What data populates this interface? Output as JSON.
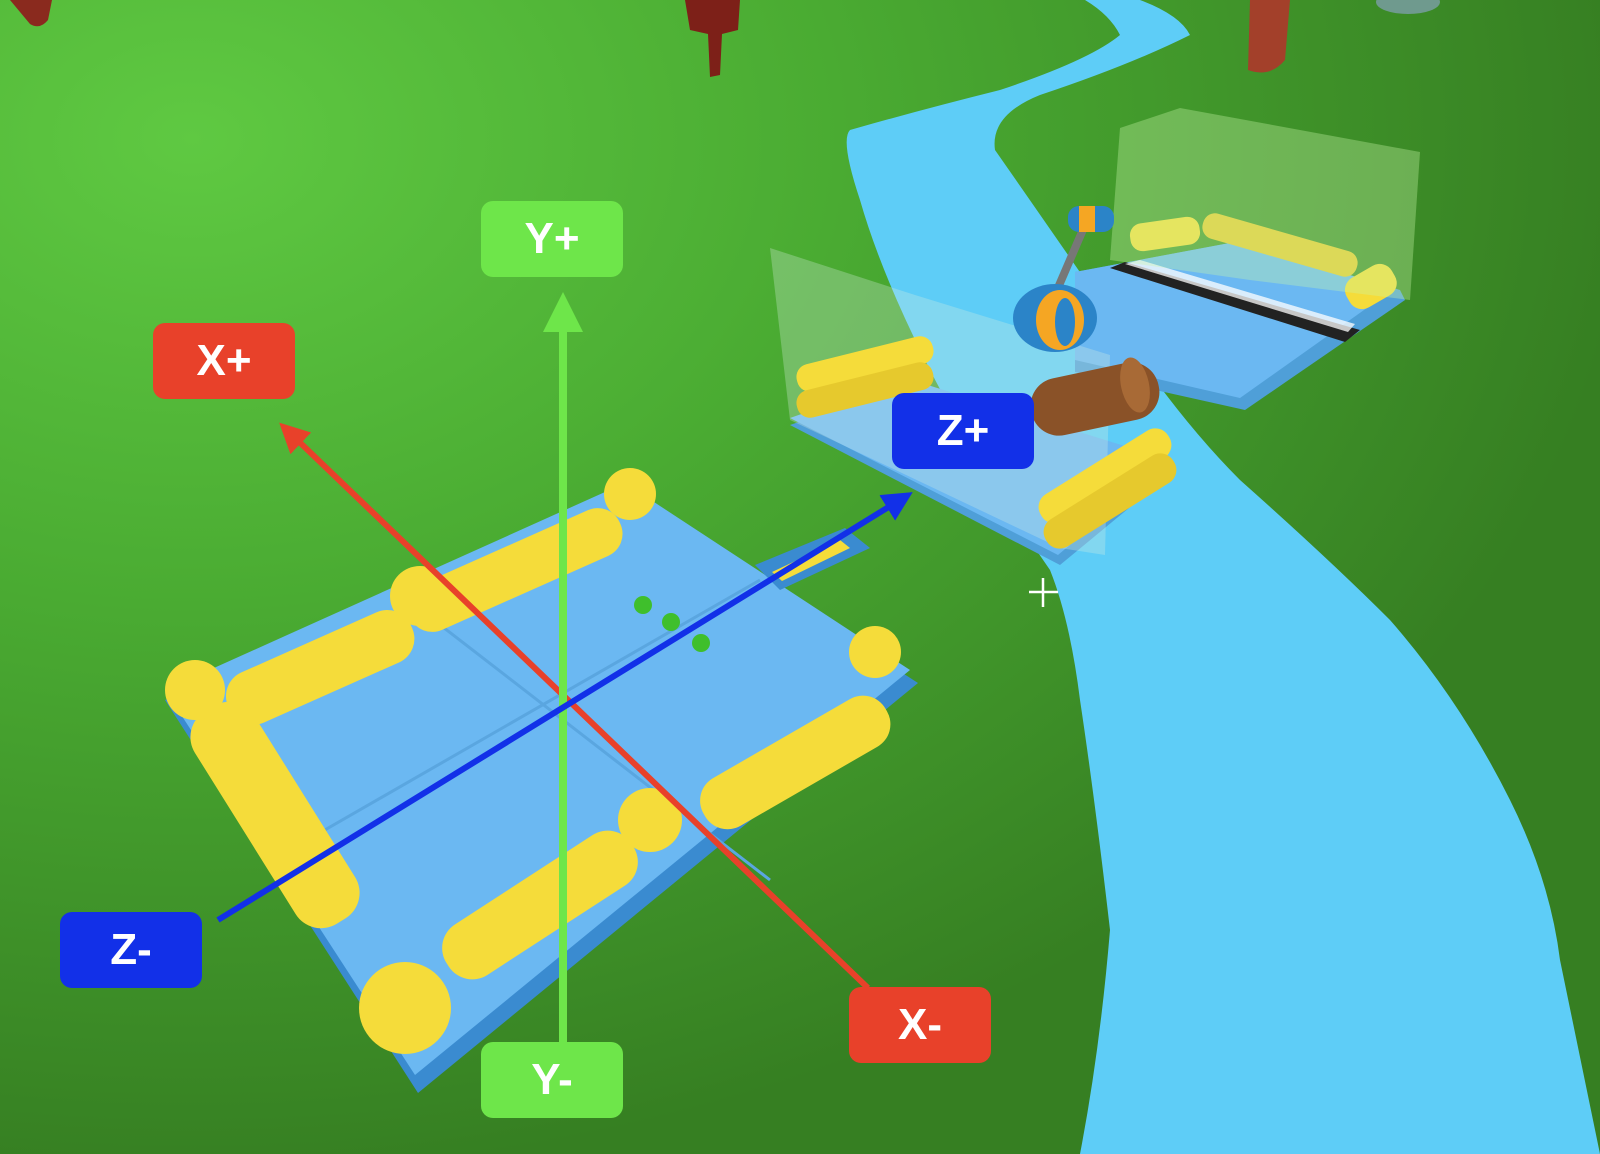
{
  "viewport": {
    "title": "",
    "crosshair_icon": "crosshair-icon"
  },
  "axes": {
    "x_positive": {
      "label": "X+",
      "color": "#e8412a"
    },
    "x_negative": {
      "label": "X-",
      "color": "#e8412a"
    },
    "y_positive": {
      "label": "Y+",
      "color": "#6ee64a"
    },
    "y_negative": {
      "label": "Y-",
      "color": "#6ee64a"
    },
    "z_positive": {
      "label": "Z+",
      "color": "#1230e8"
    },
    "z_negative": {
      "label": "Z-",
      "color": "#1230e8"
    }
  },
  "scene_colors": {
    "grass_light": "#5cc63c",
    "grass_dark": "#3a8a24",
    "river": "#5ecdf7",
    "platform": "#6bb8f2",
    "cushion": "#f5dc3a"
  }
}
